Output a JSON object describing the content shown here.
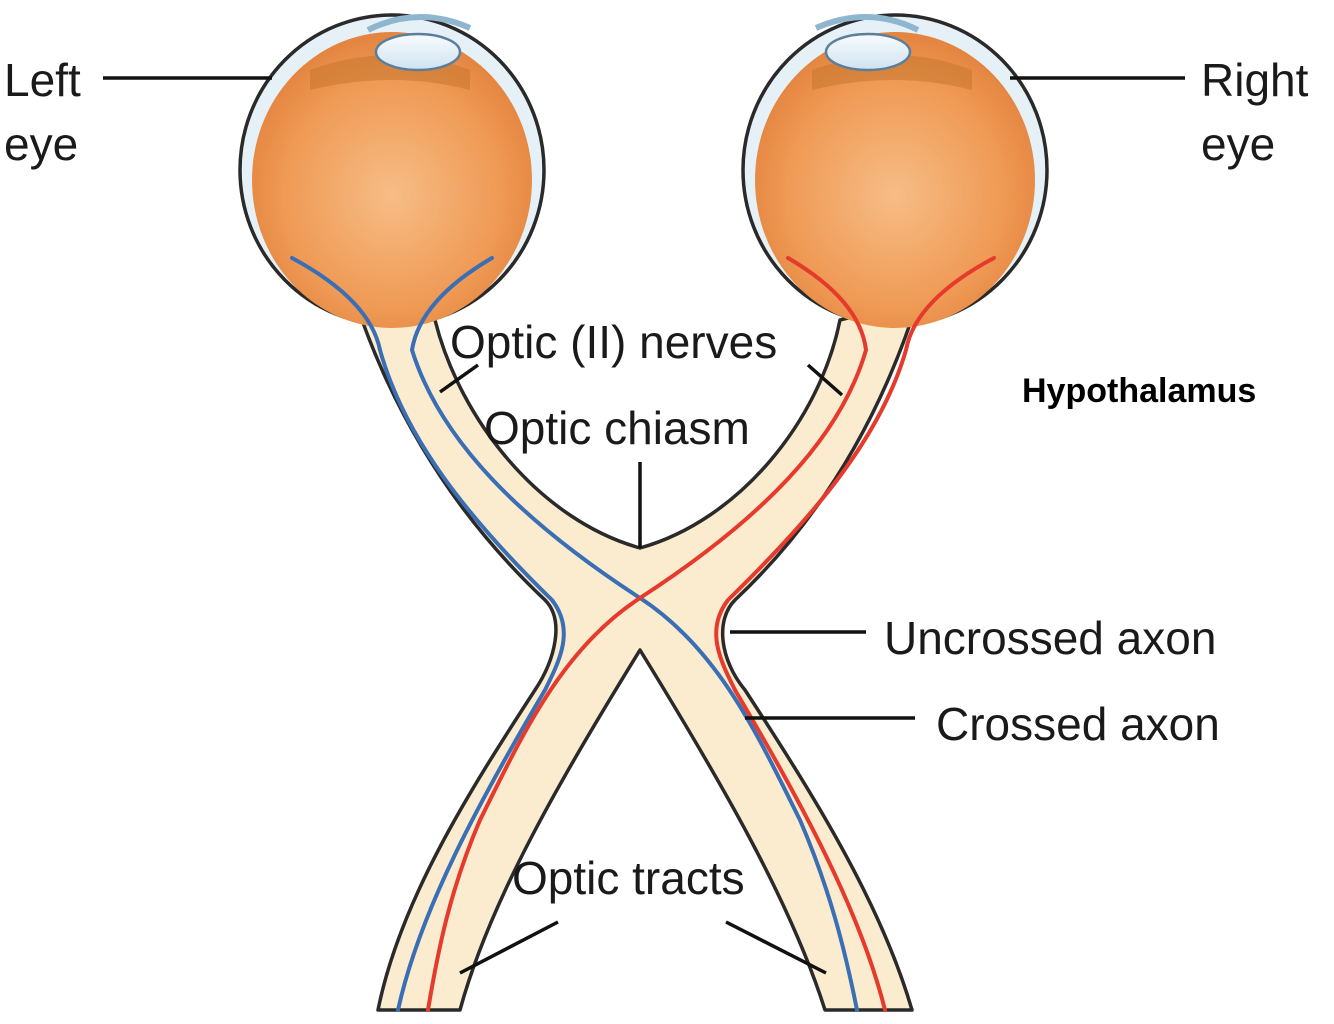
{
  "labels": {
    "left_eye_line1": "Left",
    "left_eye_line2": "eye",
    "right_eye_line1": "Right",
    "right_eye_line2": "eye",
    "hypothalamus": "Hypothalamus",
    "optic_nerves": "Optic (II) nerves",
    "optic_chiasm": "Optic chiasm",
    "uncrossed_axon": "Uncrossed axon",
    "crossed_axon": "Crossed axon",
    "optic_tracts": "Optic tracts"
  },
  "colors": {
    "eyeball": "#ee9955",
    "nerve_fill": "#fbecd0",
    "outline": "#2a2a2a",
    "sclera": "#e6f1f7",
    "crossed_axon": "#3a6fb5",
    "uncrossed_axon": "#e53a2c"
  }
}
